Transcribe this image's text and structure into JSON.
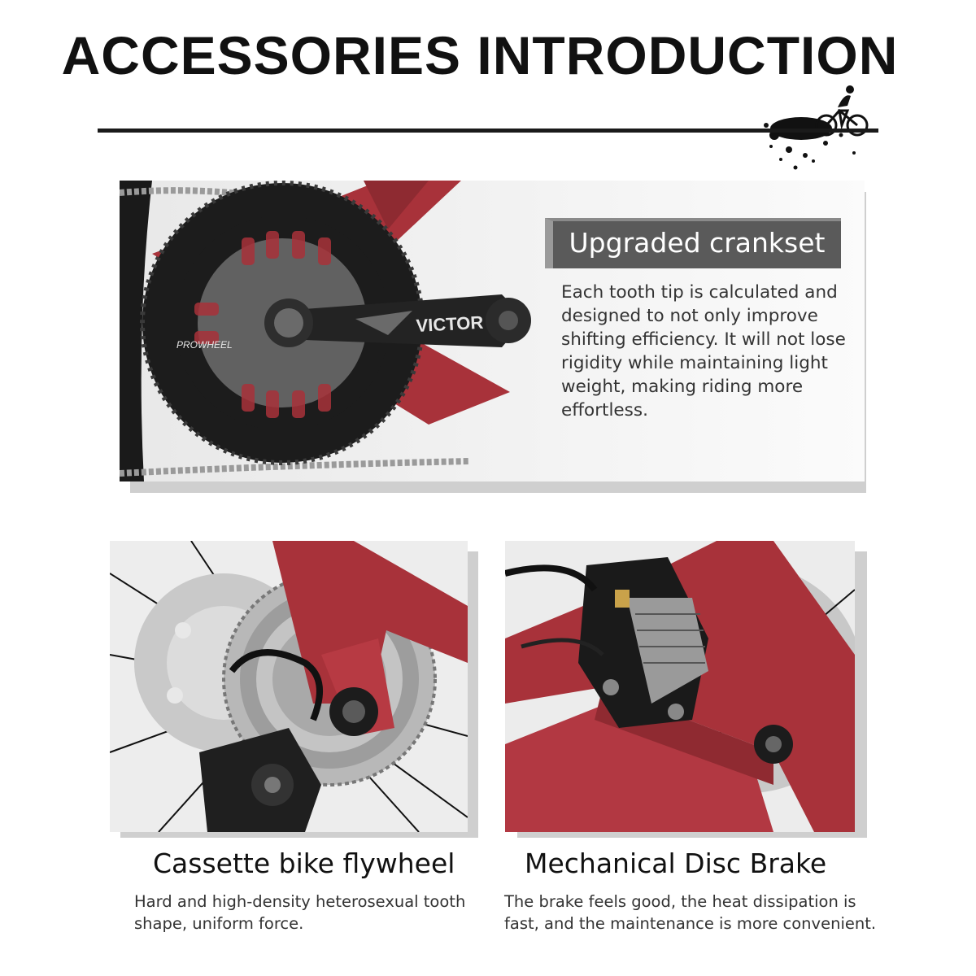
{
  "header": {
    "title": "ACCESSORIES INTRODUCTION"
  },
  "crankset": {
    "heading": "Upgraded crankset",
    "description": "Each tooth tip is calculated and designed to not only improve shifting efficiency. It will not lose rigidity while maintaining light weight, making riding more effortless.",
    "brand_label": "VICTOR",
    "logo_label": "PROWHEEL"
  },
  "cassette": {
    "heading": "Cassette bike flywheel",
    "description": "Hard and high-density heterosexual tooth shape, uniform force."
  },
  "brake": {
    "heading": "Mechanical Disc Brake",
    "description": "The brake feels good, the heat dissipation is fast, and the maintenance is more convenient."
  },
  "colors": {
    "frame_red": "#a8323a",
    "dark": "#1a1a1a",
    "badge": "#5a5a5a",
    "silver": "#c9c9c9"
  }
}
